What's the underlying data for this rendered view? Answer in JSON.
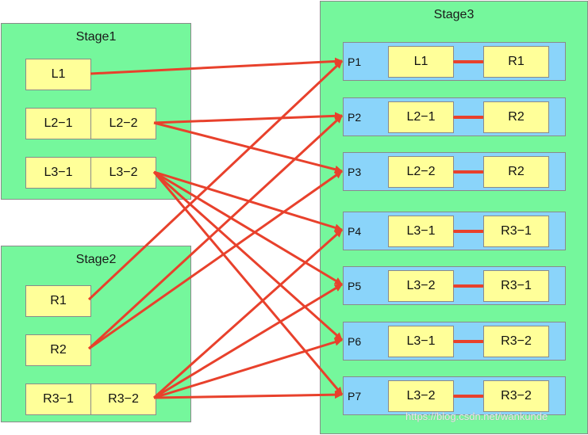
{
  "stages": {
    "stage1": {
      "title": "Stage1",
      "items": [
        {
          "id": "L1",
          "label": "L1"
        },
        {
          "id": "L2-1",
          "label": "L2−1"
        },
        {
          "id": "L2-2",
          "label": "L2−2"
        },
        {
          "id": "L3-1",
          "label": "L3−1"
        },
        {
          "id": "L3-2",
          "label": "L3−2"
        }
      ]
    },
    "stage2": {
      "title": "Stage2",
      "items": [
        {
          "id": "R1",
          "label": "R1"
        },
        {
          "id": "R2",
          "label": "R2"
        },
        {
          "id": "R3-1",
          "label": "R3−1"
        },
        {
          "id": "R3-2",
          "label": "R3−2"
        }
      ]
    },
    "stage3": {
      "title": "Stage3",
      "partitions": [
        {
          "label": "P1",
          "left": "L1",
          "right": "R1"
        },
        {
          "label": "P2",
          "left": "L2−1",
          "right": "R2"
        },
        {
          "label": "P3",
          "left": "L2−2",
          "right": "R2"
        },
        {
          "label": "P4",
          "left": "L3−1",
          "right": "R3−1"
        },
        {
          "label": "P5",
          "left": "L3−2",
          "right": "R3−1"
        },
        {
          "label": "P6",
          "left": "L3−1",
          "right": "R3−2"
        },
        {
          "label": "P7",
          "left": "L3−2",
          "right": "R3−2"
        }
      ]
    }
  },
  "edges": [
    {
      "from": "L1",
      "to": "P1"
    },
    {
      "from": "L2-2",
      "to": "P2"
    },
    {
      "from": "L2-2",
      "to": "P3"
    },
    {
      "from": "L3-2",
      "to": "P4"
    },
    {
      "from": "L3-2",
      "to": "P5"
    },
    {
      "from": "L3-2",
      "to": "P6"
    },
    {
      "from": "L3-2",
      "to": "P7"
    },
    {
      "from": "R1",
      "to": "P1"
    },
    {
      "from": "R2",
      "to": "P2"
    },
    {
      "from": "R2",
      "to": "P3"
    },
    {
      "from": "R3-2",
      "to": "P4"
    },
    {
      "from": "R3-2",
      "to": "P5"
    },
    {
      "from": "R3-2",
      "to": "P6"
    },
    {
      "from": "R3-2",
      "to": "P7"
    }
  ],
  "colors": {
    "stage_bg": "#75f79c",
    "box_bg": "#ffff99",
    "partition_bg": "#8ad4fa",
    "arrow": "#e8412c"
  },
  "watermark": "https://blog.csdn.net/wankunde"
}
